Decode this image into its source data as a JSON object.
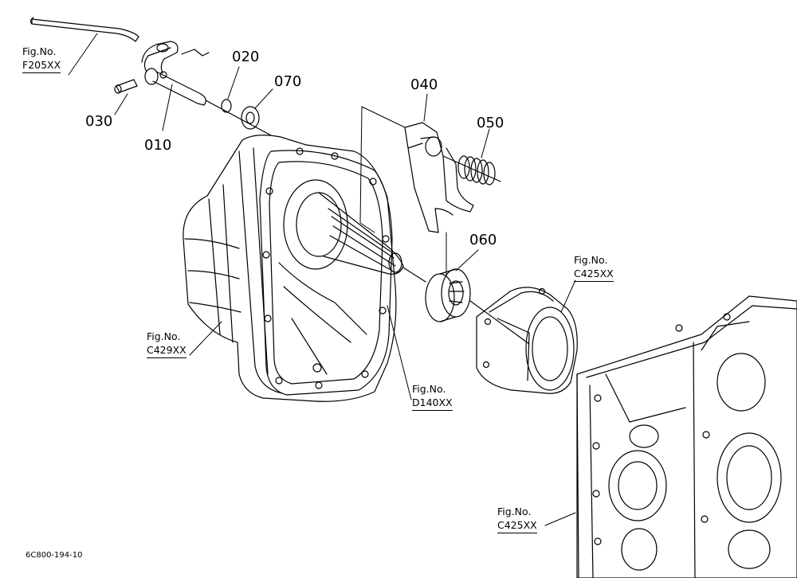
{
  "parts": [
    {
      "id": "p010",
      "number": "010"
    },
    {
      "id": "p020",
      "number": "020"
    },
    {
      "id": "p030",
      "number": "030"
    },
    {
      "id": "p040",
      "number": "040"
    },
    {
      "id": "p050",
      "number": "050"
    },
    {
      "id": "p060",
      "number": "060"
    },
    {
      "id": "p070",
      "number": "070"
    }
  ],
  "figure_refs": [
    {
      "id": "f205",
      "label": "Fig.No.",
      "code": "F205XX"
    },
    {
      "id": "c429",
      "label": "Fig.No.",
      "code": "C429XX"
    },
    {
      "id": "d140",
      "label": "Fig.No.",
      "code": "D140XX"
    },
    {
      "id": "c425a",
      "label": "Fig.No.",
      "code": "C425XX"
    },
    {
      "id": "c425b",
      "label": "Fig.No.",
      "code": "C425XX"
    }
  ],
  "document_id": "6C800-194-10"
}
